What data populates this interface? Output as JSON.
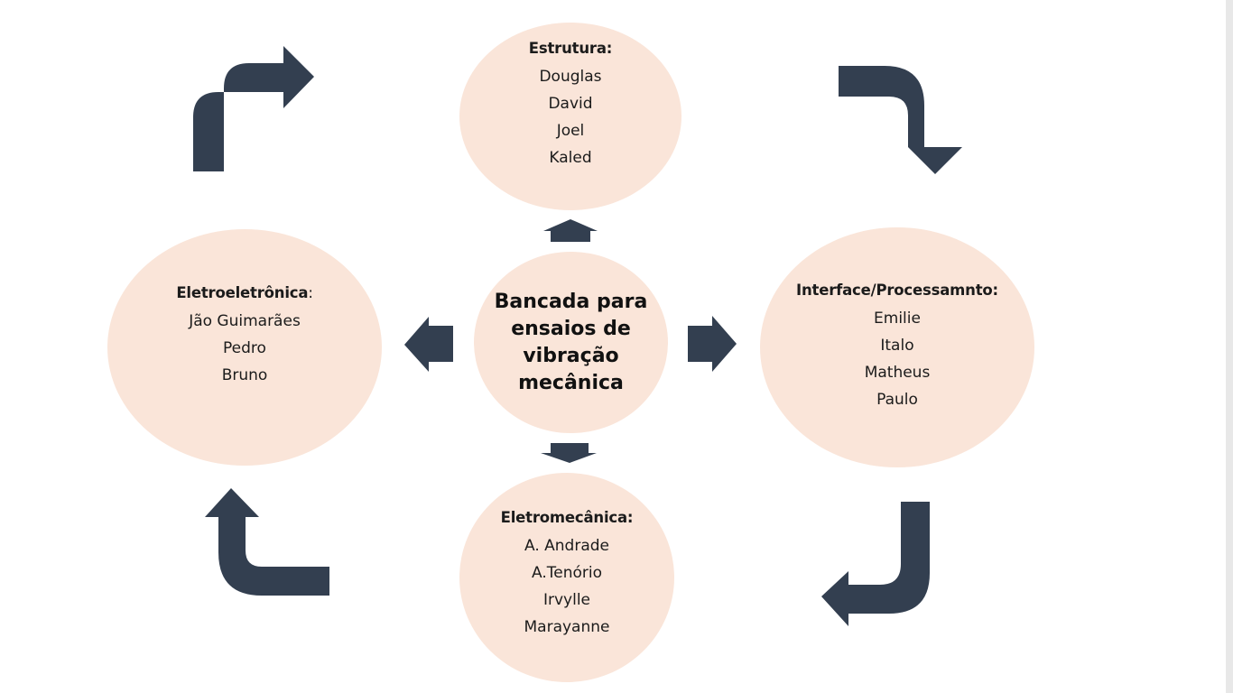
{
  "colors": {
    "bubble": "#fae5d9",
    "arrow": "#333f50"
  },
  "center": {
    "title": "Bancada para ensaios de vibração mecânica"
  },
  "groups": {
    "estrutura": {
      "title": "Estrutura",
      "members": [
        "Douglas",
        "David",
        "Joel",
        "Kaled"
      ]
    },
    "interface": {
      "title": "Interface/Processamnto:",
      "members": [
        "Emilie",
        "Italo",
        "Matheus",
        "Paulo"
      ]
    },
    "eletromecanica": {
      "title": "Eletromecânica:",
      "members": [
        "A. Andrade",
        "A.Tenório",
        "Irvylle",
        "Marayanne"
      ]
    },
    "eletroeletronica": {
      "title": "Eletroeletrônica",
      "members": [
        "Jão Guimarães",
        "Pedro",
        "Bruno"
      ]
    }
  },
  "icons": {
    "arrow_up": "arrow-up-icon",
    "arrow_down": "arrow-down-icon",
    "arrow_left": "arrow-left-icon",
    "arrow_right": "arrow-right-icon",
    "bent_top_left": "bent-arrow-up-right-icon",
    "bent_top_right": "bent-arrow-right-down-icon",
    "bent_bottom_right": "bent-arrow-down-left-icon",
    "bent_bottom_left": "bent-arrow-left-up-icon"
  }
}
